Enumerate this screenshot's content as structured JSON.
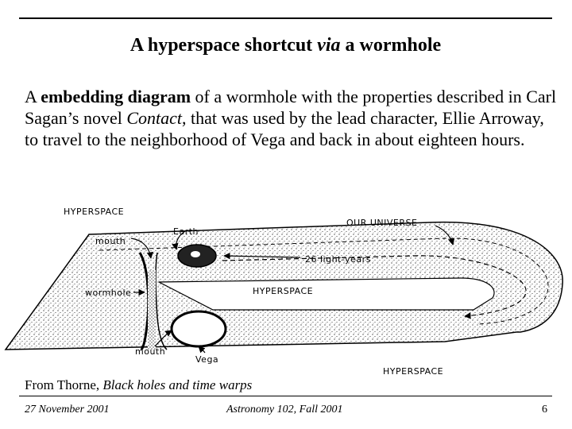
{
  "slide": {
    "title_prefix": "A hyperspace shortcut ",
    "title_italic": "via",
    "title_suffix": " a wormhole",
    "body_1": "A ",
    "body_bold": "embedding diagram",
    "body_2": " of a wormhole with the properties described in Carl Sagan’s novel ",
    "body_italic": "Contact",
    "body_3": ", that was used by the lead character, Ellie Arroway, to travel to the neighborhood of Vega and back in about eighteen hours."
  },
  "diagram": {
    "labels": {
      "hyperspace_top": "HYPERSPACE",
      "mouth_top": "mouth",
      "earth": "Earth",
      "our_universe": "OUR UNIVERSE",
      "distance": "26 light-years",
      "wormhole": "wormhole",
      "hyperspace_mid": "HYPERSPACE",
      "mouth_bottom": "mouth",
      "vega": "Vega",
      "hyperspace_bottom": "HYPERSPACE"
    }
  },
  "caption": {
    "prefix": "From Thorne, ",
    "italic": "Black holes and time warps"
  },
  "footer": {
    "date": "27 November 2001",
    "course": "Astronomy 102, Fall 2001",
    "page": "6"
  }
}
